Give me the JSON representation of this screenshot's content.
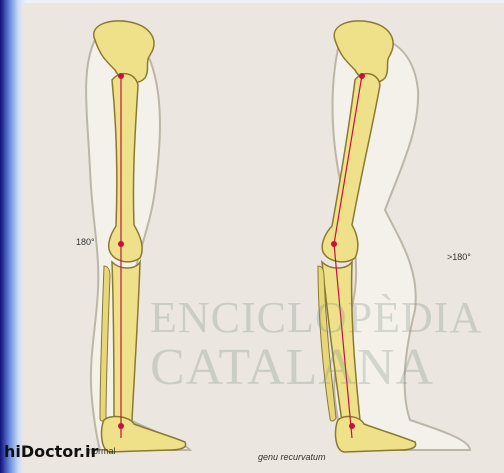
{
  "labels": {
    "angle_left": "180°",
    "angle_right": ">180°",
    "caption_left": "normal",
    "caption_right": "genu recurvatum"
  },
  "watermark": {
    "line1": "ENCICLOPÈDIA",
    "line2": "CATALANA"
  },
  "site": "hiDoctor.ir",
  "colors": {
    "bone": "#efe08a",
    "bone_edge": "#8a7a30",
    "leg_outline": "#bdb6a8",
    "axis_line": "#c4123a",
    "background": "#ebe7e0"
  }
}
